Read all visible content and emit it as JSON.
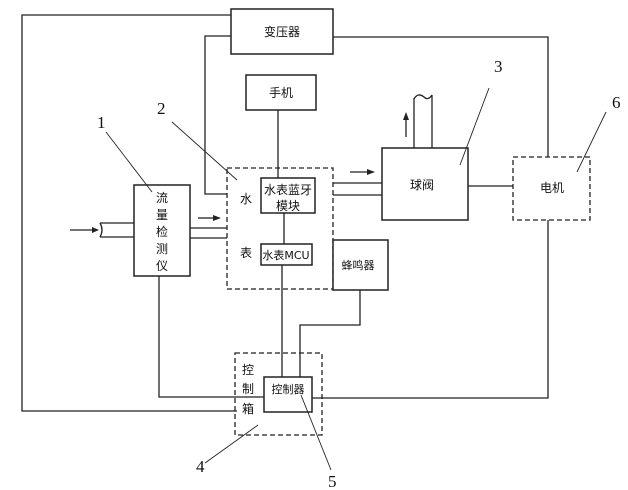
{
  "components": {
    "transformer": "变压器",
    "phone": "手机",
    "water_meter_char1": "水",
    "water_meter_char2": "表",
    "bluetooth_module_line1": "水表蓝牙",
    "bluetooth_module_line2": "模块",
    "meter_mcu": "水表MCU",
    "flow_detector": [
      "流",
      "量",
      "检",
      "测",
      "仪"
    ],
    "ball_valve": "球阀",
    "motor": "电机",
    "buzzer": "蜂鸣器",
    "control_box": [
      "控",
      "制",
      "箱"
    ],
    "controller": "控制器"
  },
  "labels": {
    "l1": "1",
    "l2": "2",
    "l3": "3",
    "l4": "4",
    "l5": "5",
    "l6": "6"
  }
}
